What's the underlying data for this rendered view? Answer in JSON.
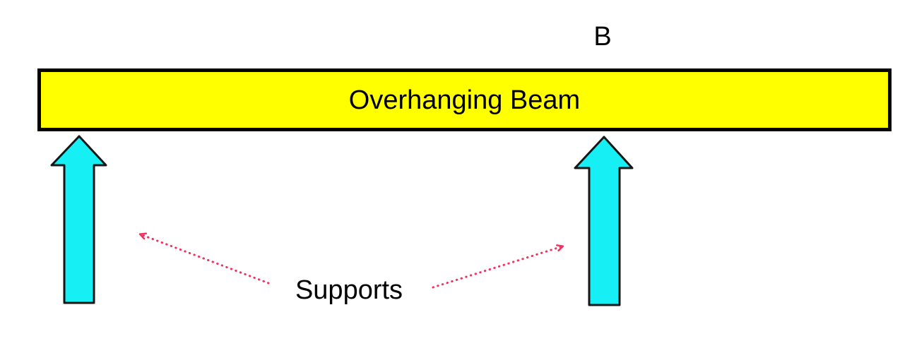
{
  "diagram": {
    "point_label": "B",
    "beam_label": "Overhanging Beam",
    "supports_label": "Supports"
  },
  "colors": {
    "background": "#FFFFFF",
    "beam_fill": "#FFFF00",
    "beam_outline": "#000000",
    "support_arrow_fill": "#16F0F4",
    "support_arrow_outline": "#161616",
    "annotation_arrow": "#F23360",
    "label_text": "#000000"
  }
}
